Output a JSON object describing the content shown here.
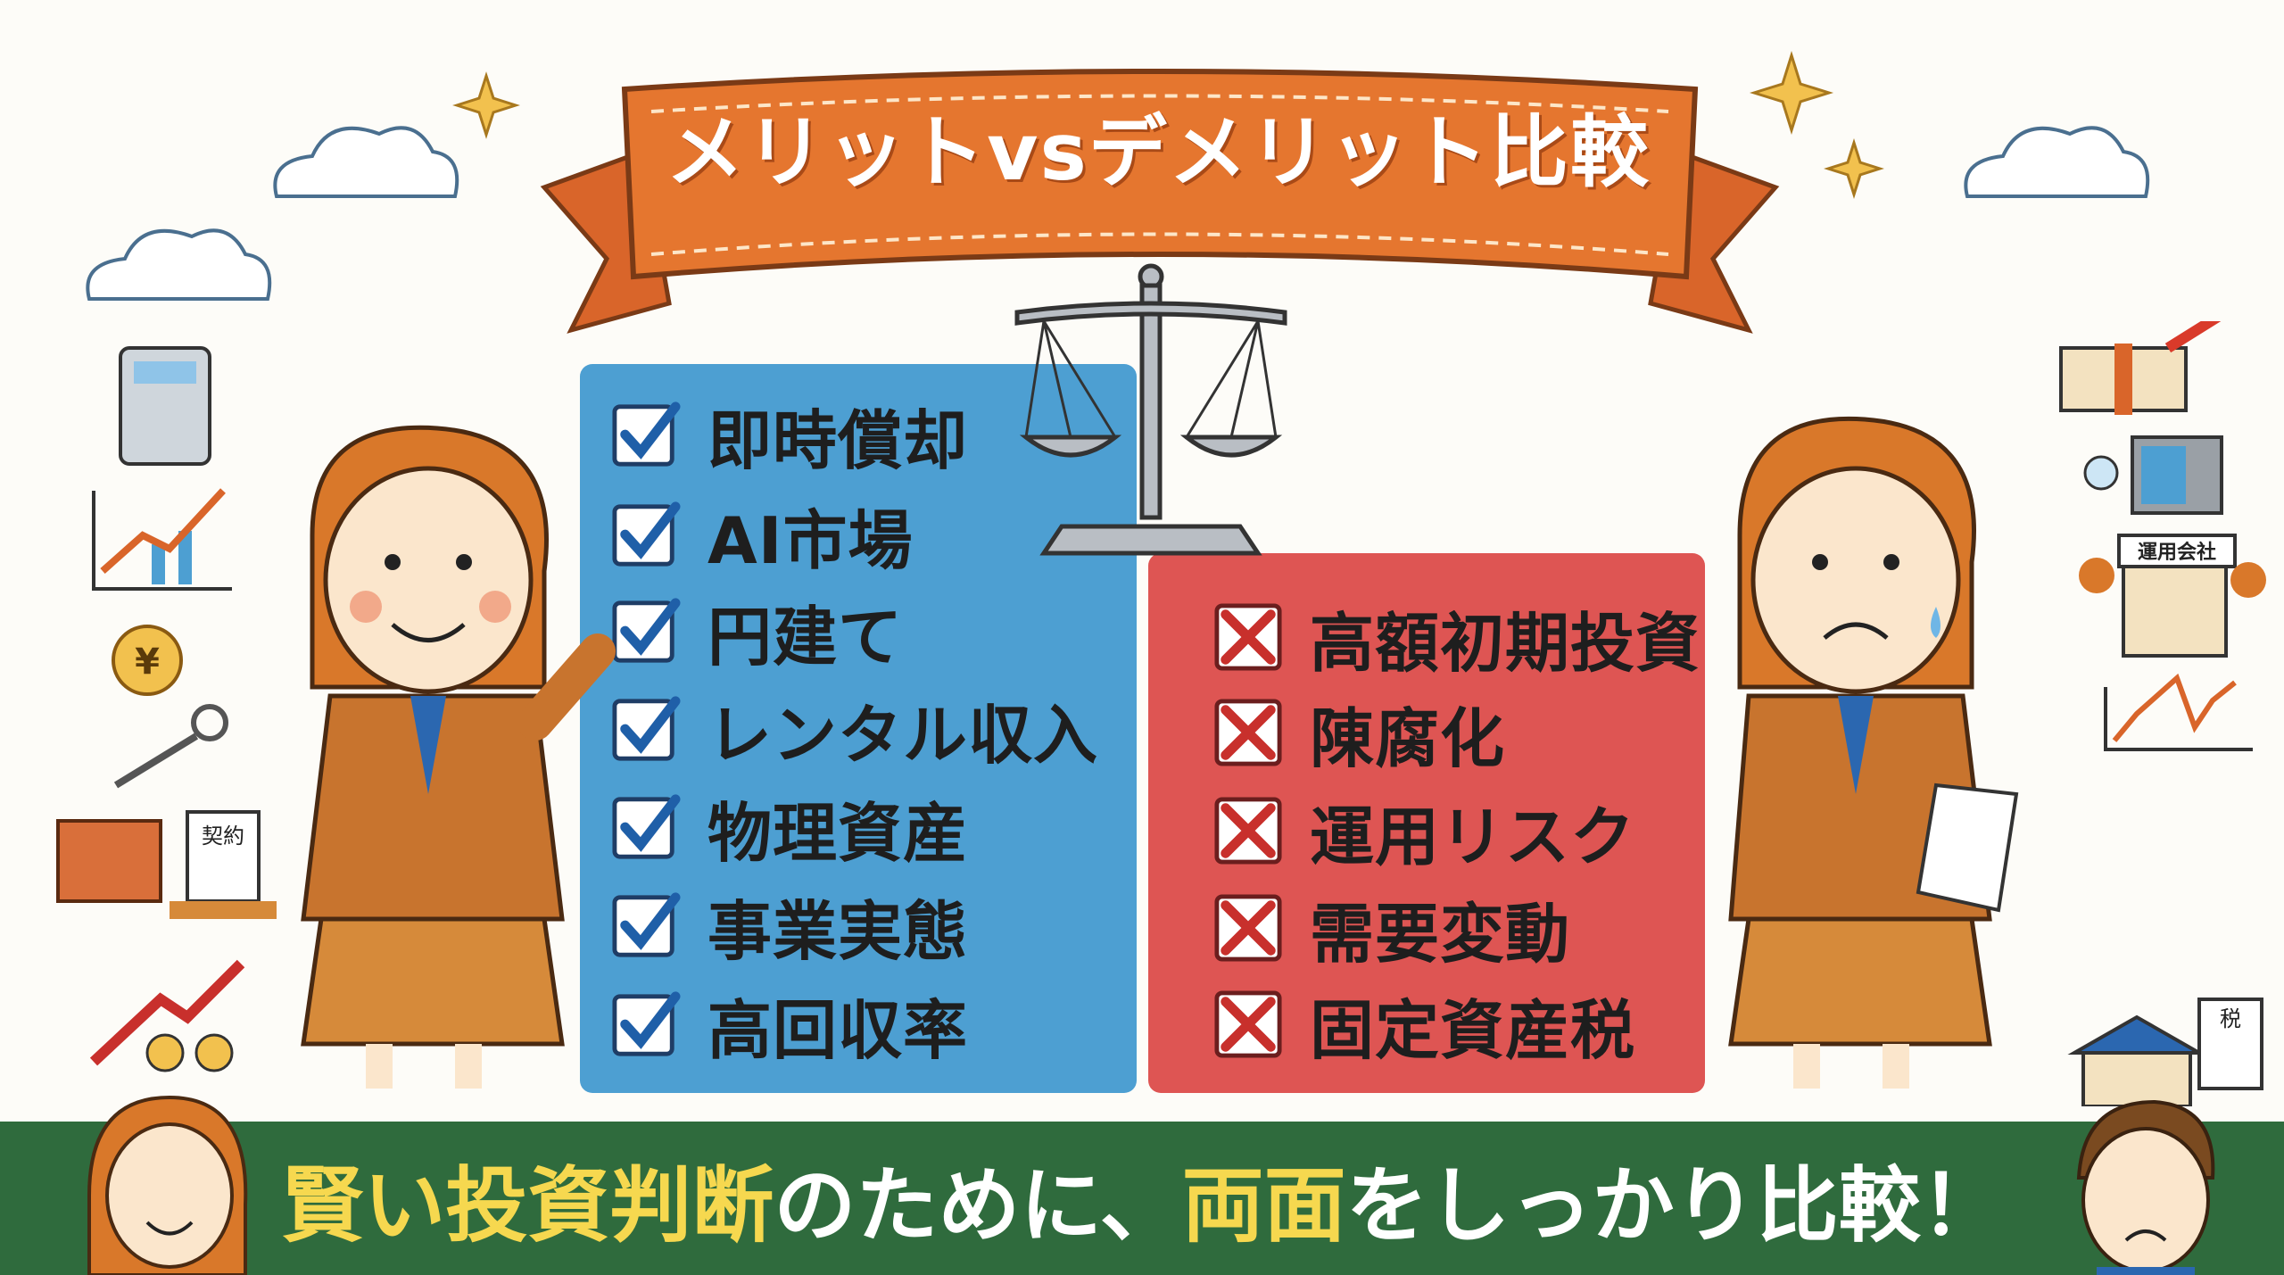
{
  "title": "メリットvsデメリット比較",
  "merits": {
    "icon": "check-icon",
    "items": [
      "即時償却",
      "AI市場",
      "円建て",
      "レンタル収入",
      "物理資産",
      "事業実態",
      "高回収率"
    ]
  },
  "demerits": {
    "icon": "cross-icon",
    "items": [
      "高額初期投資",
      "陳腐化",
      "運用リスク",
      "需要変動",
      "固定資産税"
    ]
  },
  "footer": {
    "highlight1": "賢い投資判断",
    "text1": "のために、",
    "highlight2": "両面",
    "text2": "をしっかり比較！"
  },
  "side_icons": {
    "building_sign": "運用会社",
    "tax_label": "税",
    "yen_label": "¥",
    "contract_label": "契約"
  },
  "colors": {
    "merit_panel": "#4d9fd2",
    "demerit_panel": "#de5553",
    "banner": "#e5762f",
    "footer_band": "#2f6b3d",
    "footer_highlight": "#f6d84f"
  }
}
